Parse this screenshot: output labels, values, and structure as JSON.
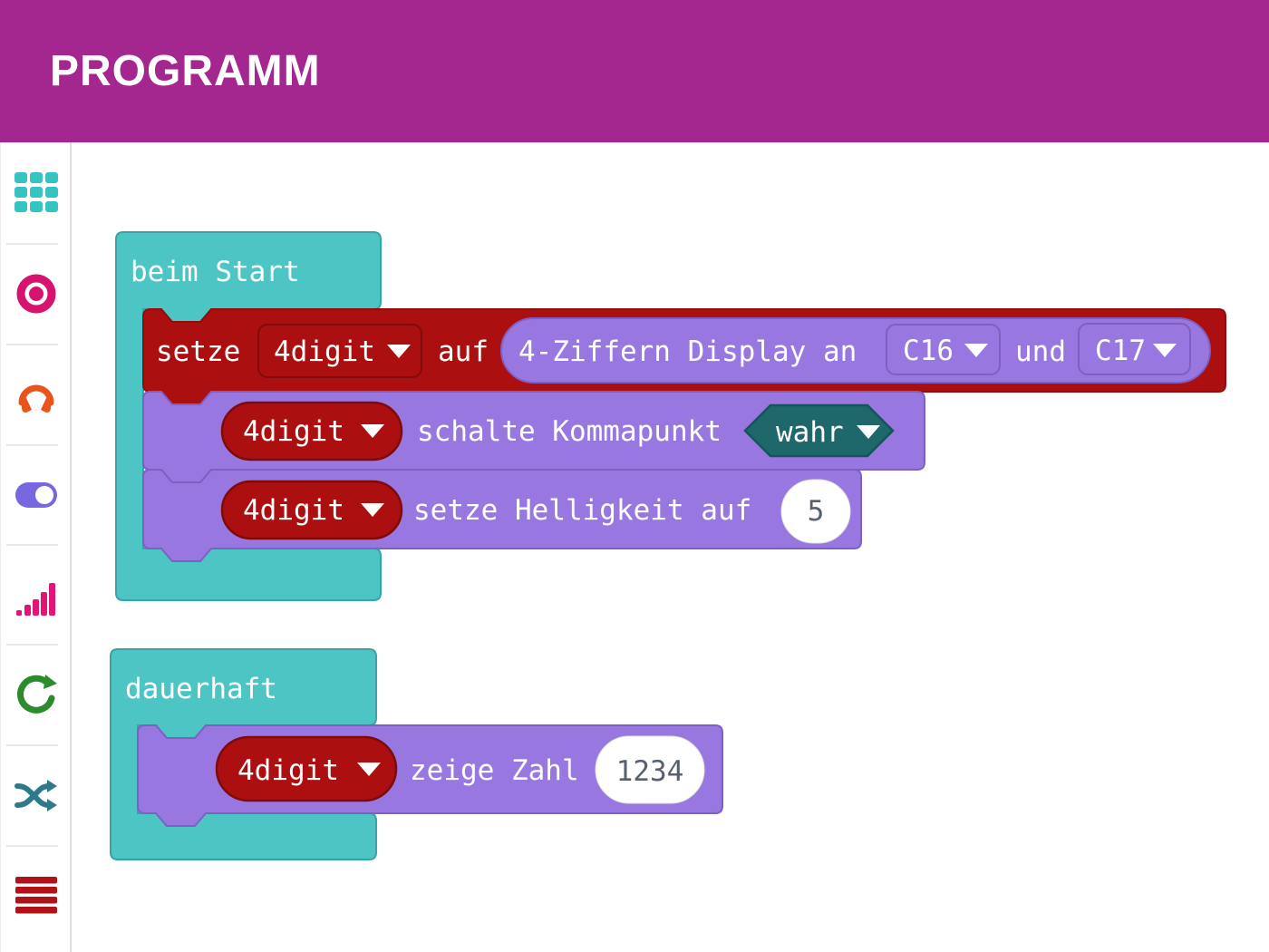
{
  "colors": {
    "header_bg": "#A3278F",
    "header_text": "#FFFFFF",
    "block_teal": "#4DC5C5",
    "block_teal_border": "#3AA3A3",
    "block_red": "#AB0F10",
    "block_red_border": "#8E0D0D",
    "block_purple": "#9878E0",
    "block_purple_border": "#7E5FC4",
    "boolean_teal": "#1E686C",
    "boolean_teal_border": "#14545A",
    "value_text": "#56606F",
    "icon_grid": "#35C3C3",
    "icon_target": "#D6136F",
    "icon_headphones": "#E8541C",
    "icon_toggle": "#7767E0",
    "icon_signal": "#E01578",
    "icon_refresh": "#2B8C2B",
    "icon_shuffle": "#2F7A89",
    "icon_menu": "#B11217"
  },
  "header": {
    "title": "PROGRAMM"
  },
  "sidebar": {
    "icons": [
      "grid",
      "target",
      "headphones",
      "toggle",
      "signal-bars",
      "refresh",
      "shuffle",
      "menu-bars"
    ]
  },
  "blocks": {
    "on_start": {
      "label": "beim Start",
      "set_row": {
        "prefix": "setze",
        "variable": "4digit",
        "infix": "auf",
        "display": {
          "text": "4-Ziffern Display an",
          "clk_pin": "C16",
          "conjunction": "und",
          "dio_pin": "C17"
        }
      },
      "comma_row": {
        "variable": "4digit",
        "text": "schalte Kommapunkt",
        "value": "wahr"
      },
      "brightness_row": {
        "variable": "4digit",
        "text": "setze Helligkeit auf",
        "value": "5"
      }
    },
    "forever": {
      "label": "dauerhaft",
      "show_row": {
        "variable": "4digit",
        "text": "zeige Zahl",
        "value": "1234"
      }
    }
  }
}
